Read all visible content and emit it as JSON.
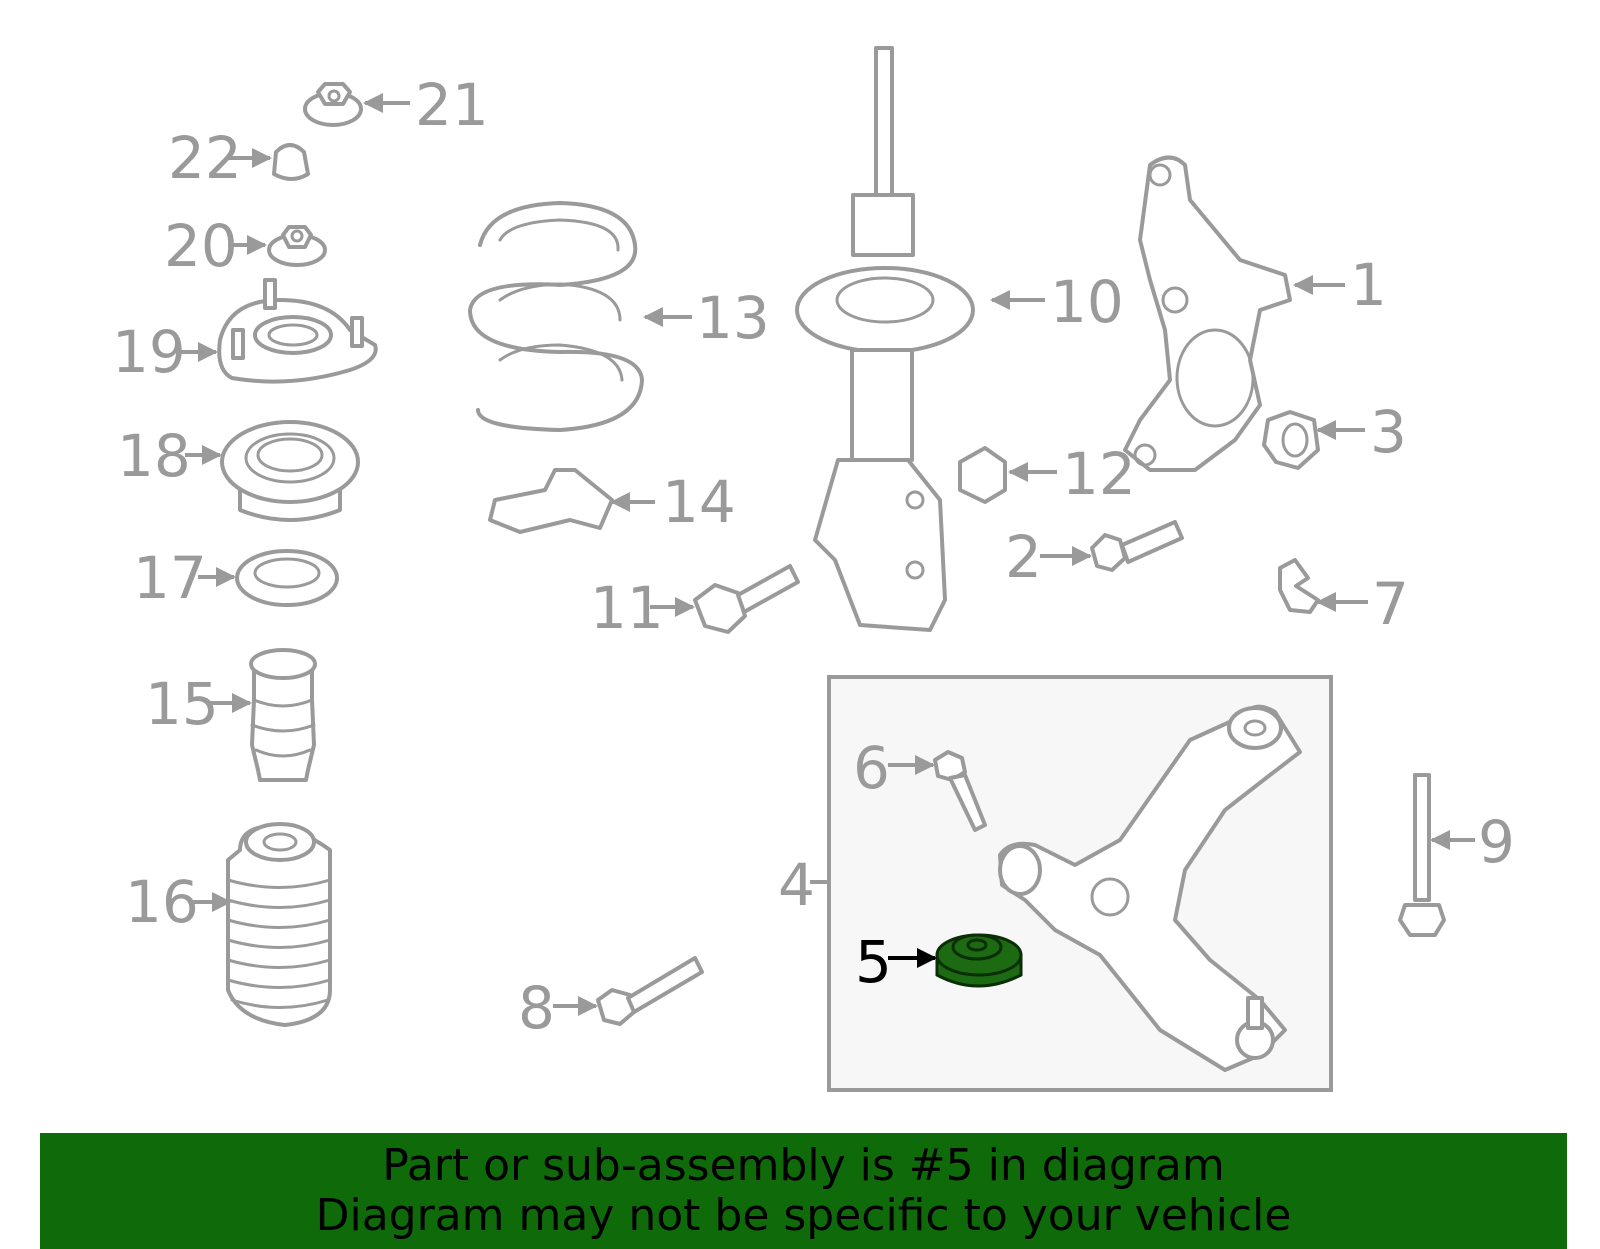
{
  "banner": {
    "line1": "Part or sub-assembly is #5 in diagram",
    "line2": "Diagram may not be specific to your vehicle",
    "background": "#0f6a0a"
  },
  "diagram": {
    "highlight_color": "#1c6b12",
    "callout_color": "#9a9a9a",
    "highlighted_part": "5",
    "callouts": {
      "c1": "1",
      "c2": "2",
      "c3": "3",
      "c4": "4",
      "c5": "5",
      "c6": "6",
      "c7": "7",
      "c8": "8",
      "c9": "9",
      "c10": "10",
      "c11": "11",
      "c12": "12",
      "c13": "13",
      "c14": "14",
      "c15": "15",
      "c16": "16",
      "c17": "17",
      "c18": "18",
      "c19": "19",
      "c20": "20",
      "c21": "21",
      "c22": "22"
    }
  }
}
